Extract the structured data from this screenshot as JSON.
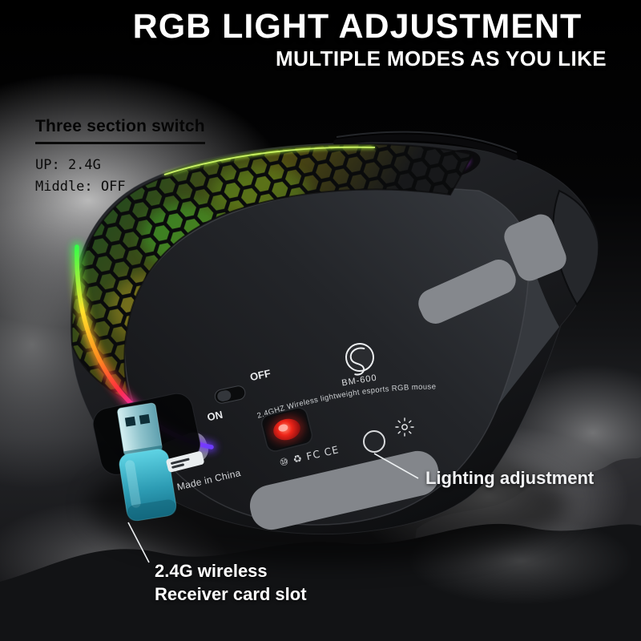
{
  "header": {
    "title": "RGB LIGHT ADJUSTMENT",
    "subtitle": "MULTIPLE MODES AS YOU LIKE"
  },
  "callouts": {
    "switch": {
      "title": "Three section switch",
      "line1": "UP: 2.4G",
      "line2": "Middle: OFF"
    },
    "lighting": {
      "label": "Lighting adjustment"
    },
    "receiver": {
      "line1": "2.4G wireless",
      "line2": "Receiver card slot"
    }
  },
  "mouse": {
    "switch_labels": {
      "off": "OFF",
      "on": "ON"
    },
    "model": "BM-600",
    "arc_text": "2.4GHZ Wireless lightweight esports RGB mouse",
    "made_in": "Made in China",
    "cert_icons": "⑩ ♻ FC CE"
  },
  "colors": {
    "sensor_red": "#ee2418",
    "usb_teal": "#2d9cb4",
    "scroll_glow": "#c84af0",
    "rgb_strip": [
      "#2bff4a",
      "#ffe22b",
      "#ff8c1f",
      "#ff2f3d",
      "#e22bff",
      "#6e3bff"
    ]
  }
}
